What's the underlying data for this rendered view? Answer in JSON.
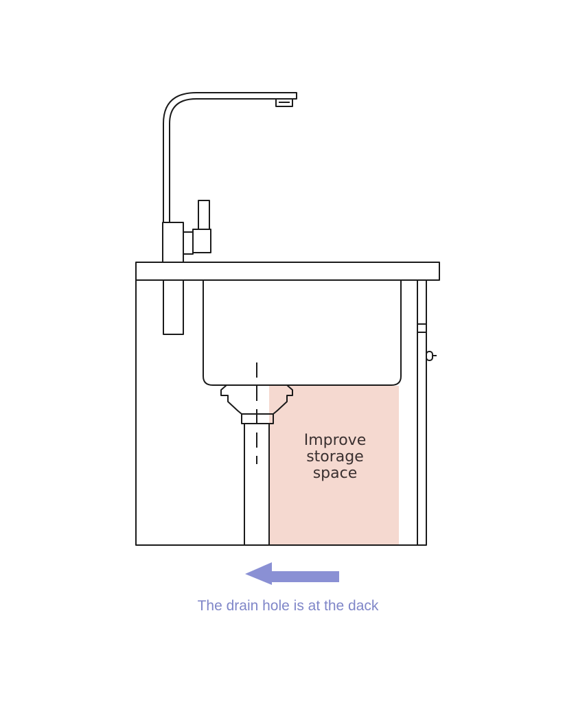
{
  "storage_label": {
    "lines": [
      "Improve",
      "storage",
      "space"
    ],
    "fill_color": "#f5d9d0",
    "text_color": "#3a3030"
  },
  "caption": {
    "text": "The drain hole is at the dack",
    "color": "#7f86c8"
  },
  "arrow": {
    "direction": "left",
    "color": "#8a90d4"
  },
  "line_color": "#1a1a1a"
}
